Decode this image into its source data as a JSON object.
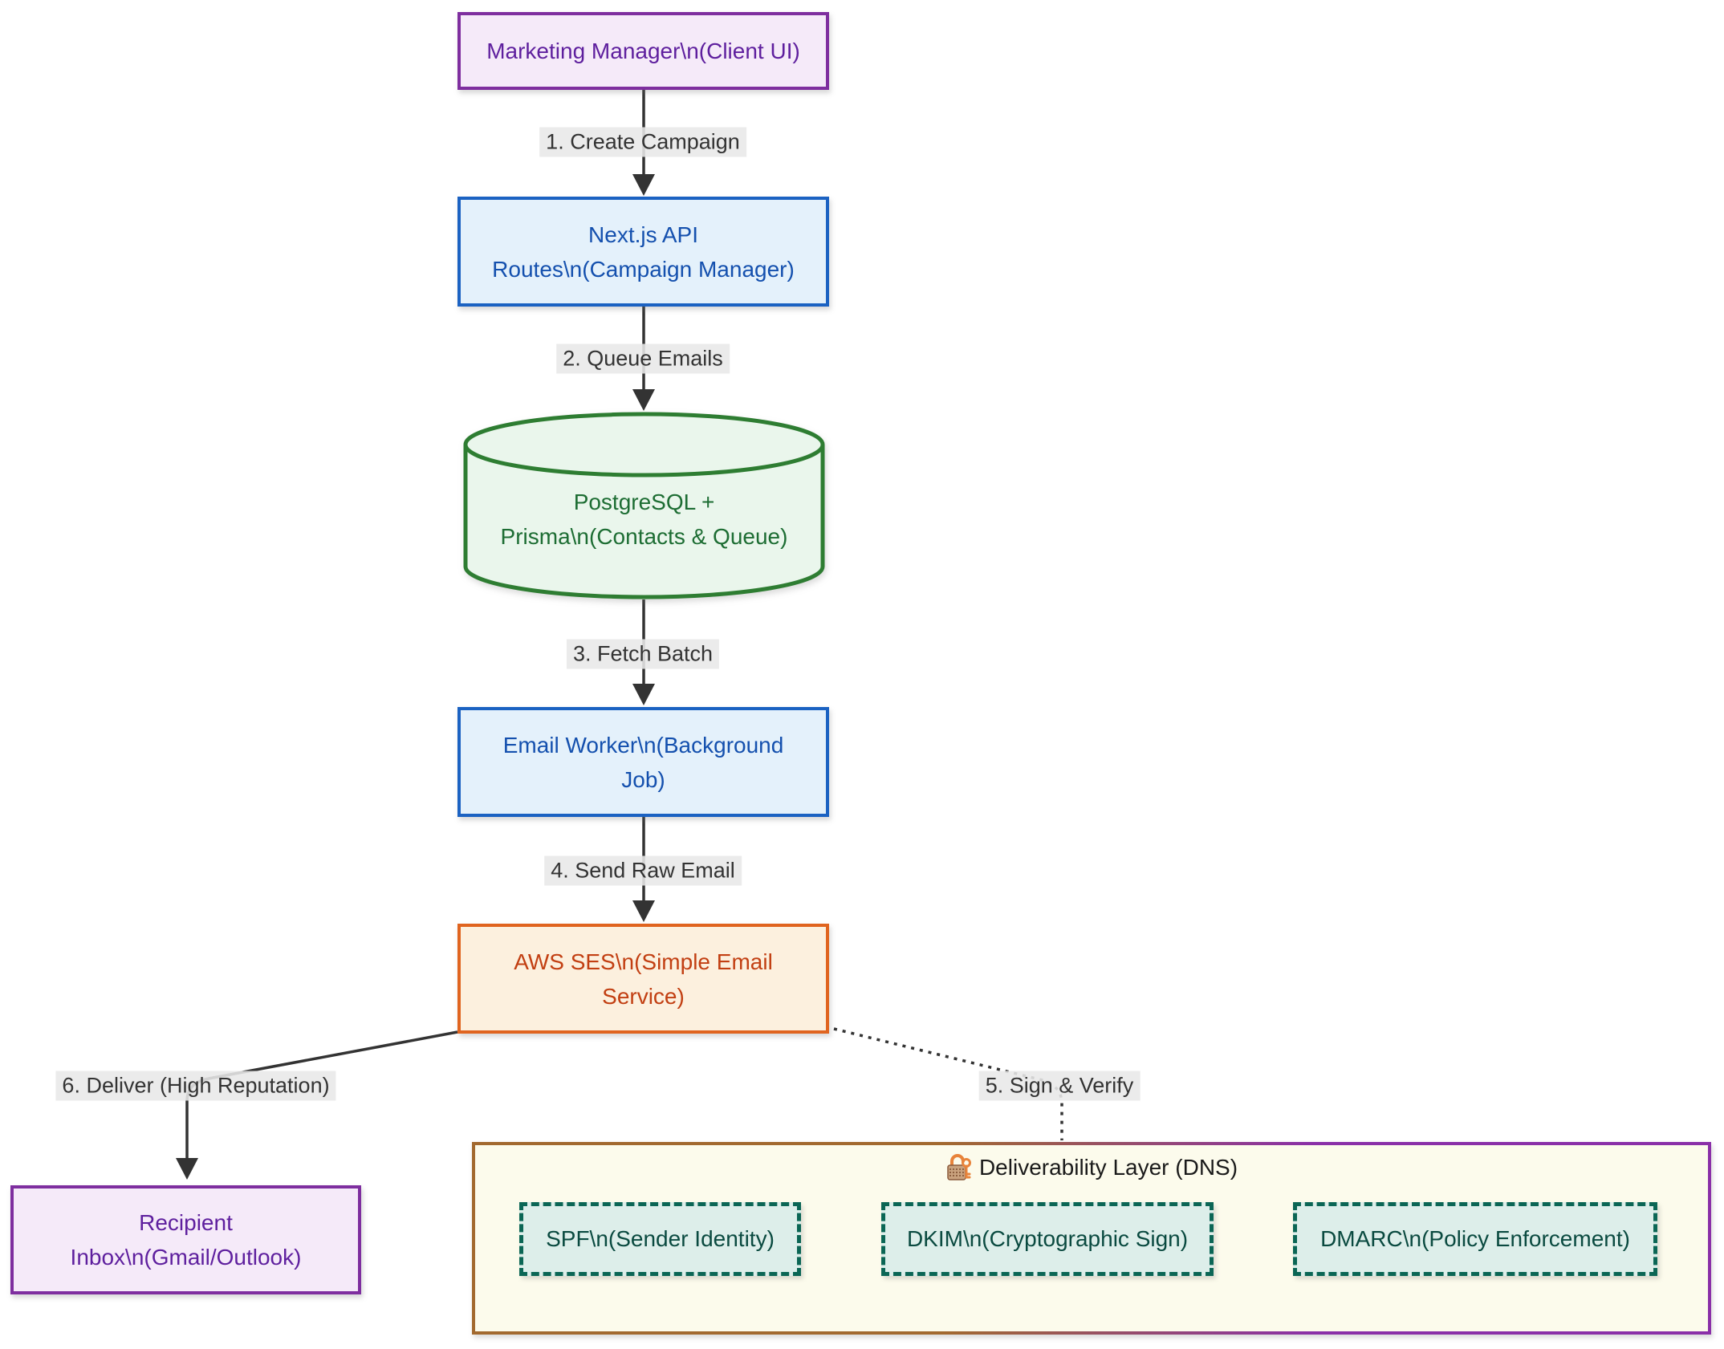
{
  "diagram_type": "flowchart-top-down",
  "nodes": {
    "client": {
      "shape": "rect",
      "lines": [
        "Marketing Manager\\n(Client UI)"
      ]
    },
    "api": {
      "shape": "rect",
      "lines": [
        "Next.js API",
        "Routes\\n(Campaign Manager)"
      ]
    },
    "db": {
      "shape": "cylinder",
      "lines": [
        "PostgreSQL +",
        "Prisma\\n(Contacts & Queue)"
      ]
    },
    "worker": {
      "shape": "rect",
      "lines": [
        "Email Worker\\n(Background",
        "Job)"
      ]
    },
    "ses": {
      "shape": "rect",
      "lines": [
        "AWS SES\\n(Simple Email",
        "Service)"
      ]
    },
    "inbox": {
      "shape": "rect",
      "lines": [
        "Recipient",
        "Inbox\\n(Gmail/Outlook)"
      ]
    },
    "spf": {
      "shape": "dashed-rect",
      "label": "SPF\\n(Sender Identity)"
    },
    "dkim": {
      "shape": "dashed-rect",
      "label": "DKIM\\n(Cryptographic Sign)"
    },
    "dmarc": {
      "shape": "dashed-rect",
      "label": "DMARC\\n(Policy Enforcement)"
    }
  },
  "edges": {
    "e1": {
      "label": "1. Create Campaign",
      "from": "client",
      "to": "api",
      "style": "solid-arrow"
    },
    "e2": {
      "label": "2. Queue Emails",
      "from": "api",
      "to": "db",
      "style": "solid-arrow"
    },
    "e3": {
      "label": "3. Fetch Batch",
      "from": "db",
      "to": "worker",
      "style": "solid-arrow"
    },
    "e4": {
      "label": "4. Send Raw Email",
      "from": "worker",
      "to": "ses",
      "style": "solid-arrow"
    },
    "e5": {
      "label": "5. Sign & Verify",
      "from": "ses",
      "to": "subgraph",
      "style": "dotted"
    },
    "e6": {
      "label": "6. Deliver (High Reputation)",
      "from": "ses",
      "to": "inbox",
      "style": "solid-arrow"
    }
  },
  "subgraph": {
    "title": "Deliverability Layer (DNS)",
    "icon": "lock-with-key-icon"
  },
  "colors": {
    "canvas_bg": "#FFFFFF",
    "purple_border": "#7E2E9F",
    "purple_fill": "#F5EAF9",
    "purple_text": "#5E1F9E",
    "blue_border": "#1B62C2",
    "blue_fill": "#E4F1FB",
    "blue_text": "#1450AE",
    "green_border": "#2E7D32",
    "green_fill": "#EAF6EC",
    "green_text": "#1D6D33",
    "orange_border": "#E0641F",
    "orange_fill": "#FCF0DE",
    "orange_text": "#C23F12",
    "teal_border": "#0B6655",
    "teal_fill": "#DDEEEA",
    "teal_text": "#0A4A40",
    "subgraph_fill": "#FCFBEC",
    "subgraph_border_left": "#A2692F",
    "subgraph_border_right": "#8A2FA8",
    "edge_stroke": "#333333",
    "edge_label_bg": "#E8E8E8",
    "edge_label_text": "#333333",
    "lock_body": "#C9A27E",
    "lock_shackle": "#E8833A"
  }
}
